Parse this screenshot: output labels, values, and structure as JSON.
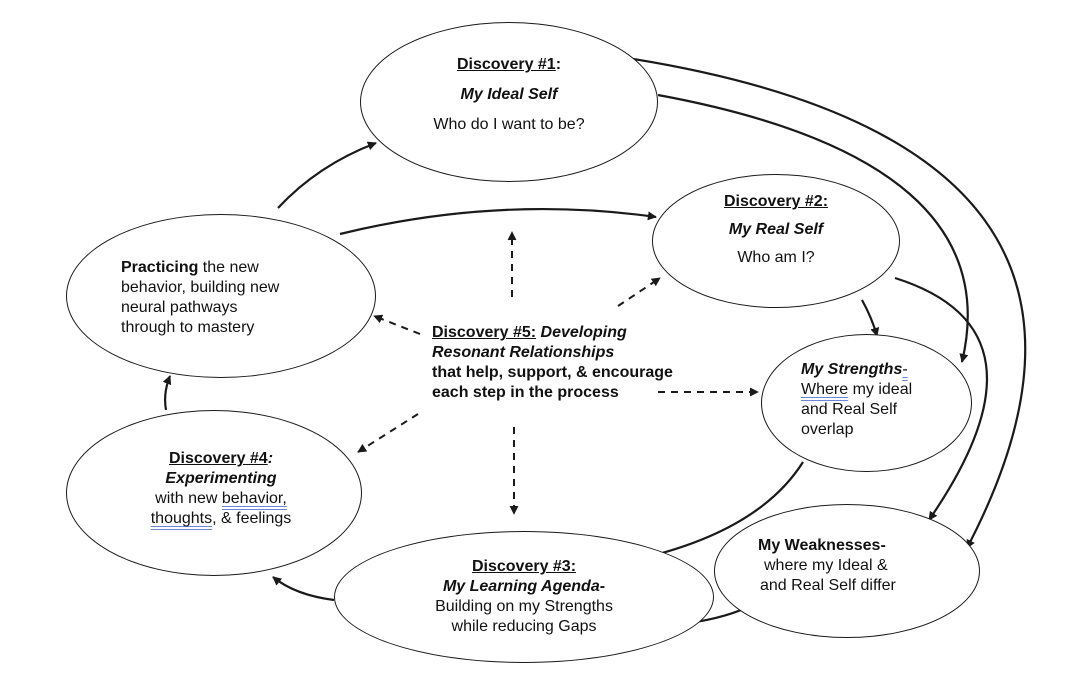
{
  "nodes": {
    "d1": {
      "heading": "Discovery #1",
      "heading_suffix": ":",
      "subtitle": "My Ideal Self",
      "body": "Who do I want to be?"
    },
    "d2": {
      "heading": "Discovery #2:",
      "subtitle": "My Real Self",
      "body": "Who am I?"
    },
    "strengths": {
      "title": "My Strengths",
      "dash": "-",
      "line1_word": "Where",
      "line1_rest": " my ideal",
      "line2": "and Real Self",
      "line3": "overlap"
    },
    "weaknesses": {
      "title": "My Weaknesses",
      "dash": "-",
      "line1": "where my Ideal &",
      "line2": "and Real Self differ"
    },
    "d3": {
      "heading": "Discovery #3:",
      "subtitle": "My Learning Agenda",
      "dash": "-",
      "line1": "Building on my Strengths",
      "line2": "while reducing Gaps"
    },
    "d4": {
      "heading": "Discovery #4",
      "heading_suffix": ":",
      "subtitle": "Experimenting",
      "line1_pre": "with new ",
      "line1_word": "behavior,",
      "line2_word": "thoughts",
      "line2_rest": ", & feelings"
    },
    "practicing": {
      "lead": "Practicing",
      "line1_rest": " the new",
      "line2": "behavior, building new",
      "line3": "neural pathways",
      "line4": "through to mastery"
    },
    "d5": {
      "heading": "Discovery #5:",
      "heading_italic": " Developing",
      "line2": "Resonant Relationships",
      "line3": "that help, support, & encourage",
      "line4": "each step in the process"
    }
  },
  "colors": {
    "ink": "#1a1a1a",
    "spellcheck": "#6b86d6"
  }
}
